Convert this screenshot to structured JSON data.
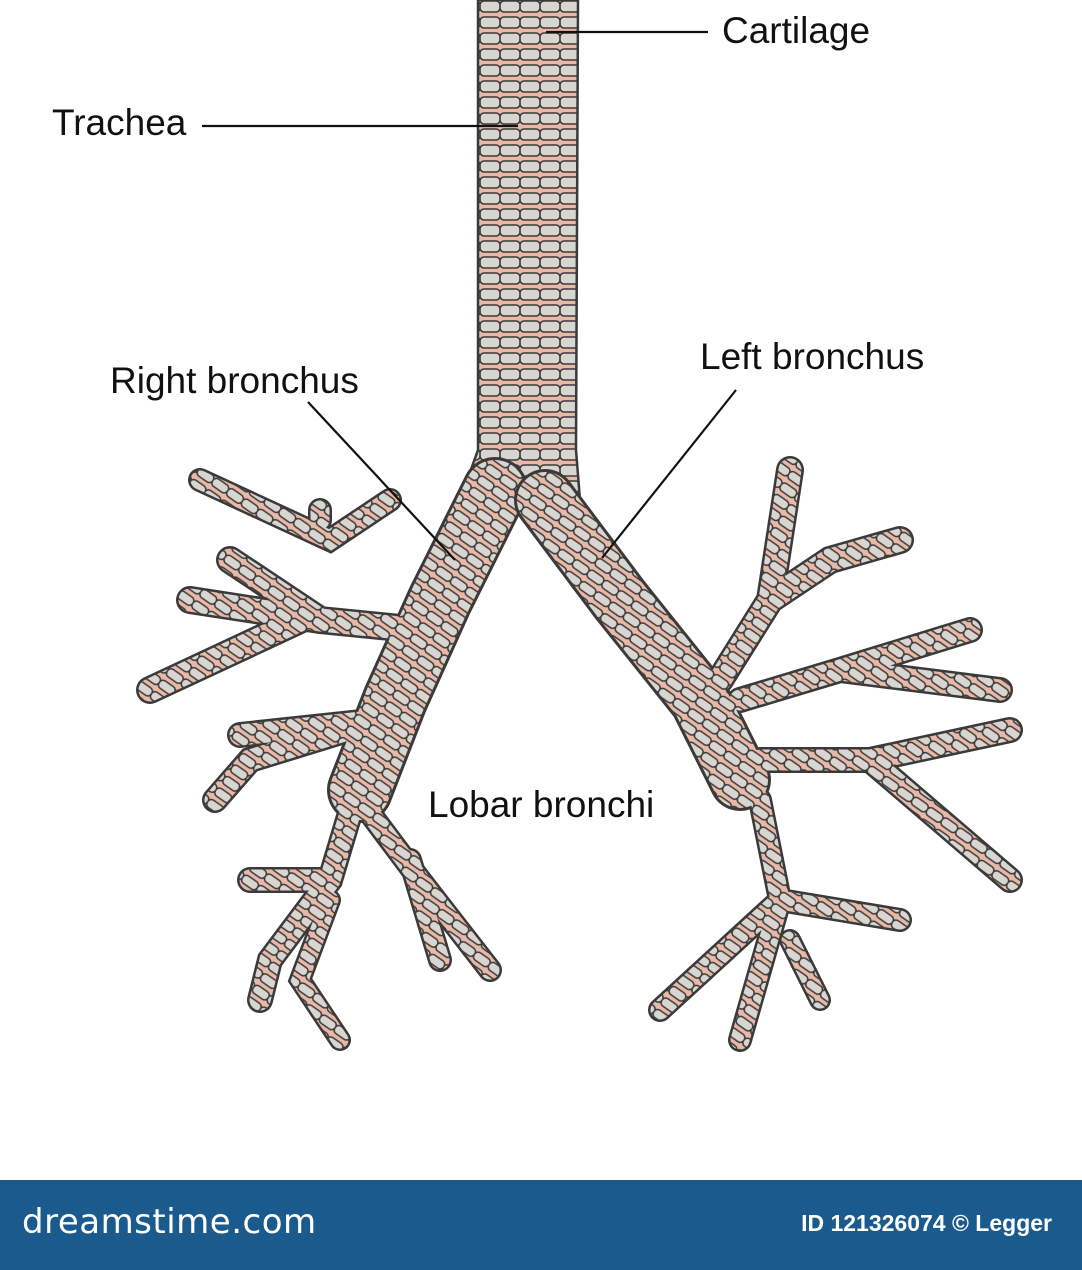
{
  "labels": {
    "cartilage": "Cartilage",
    "trachea": "Trachea",
    "right_bronchus": "Right bronchus",
    "left_bronchus": "Left bronchus",
    "lobar_bronchi": "Lobar bronchi"
  },
  "watermark": {
    "site": "dreamstime.com",
    "id_credit": "ID 121326074 © Legger"
  },
  "colors": {
    "cartilage_fill": "#d9d6d1",
    "tissue_fill": "#e9b9a7",
    "outline": "#3a3a3a",
    "footer": "#1a5a8c"
  }
}
